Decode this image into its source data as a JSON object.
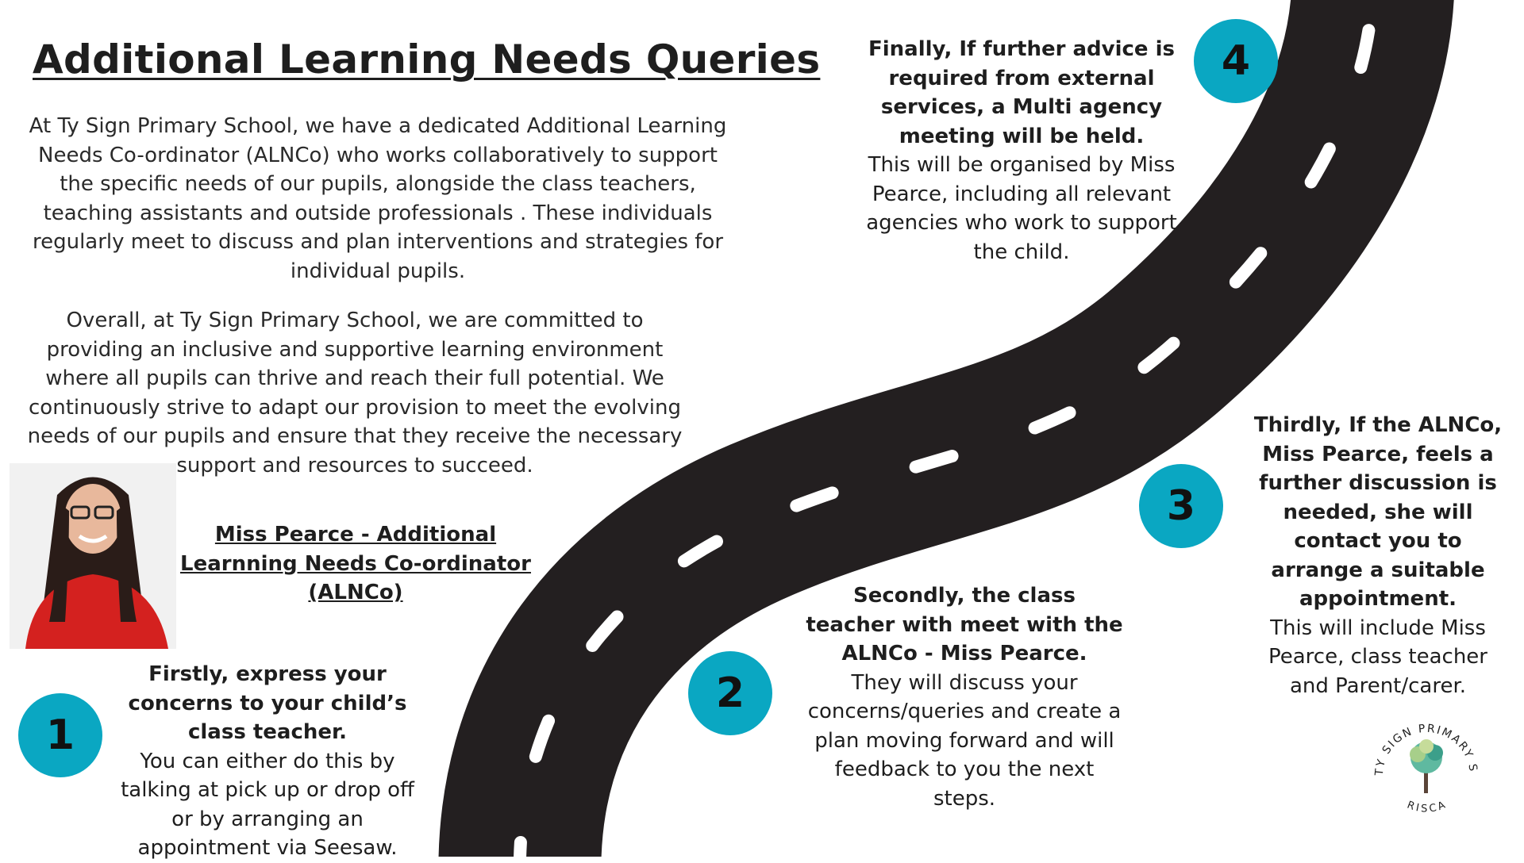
{
  "title": "Additional Learning Needs Queries",
  "intro_paragraph": "At Ty Sign Primary School, we have a dedicated Additional Learning Needs Co-ordinator (ALNCo)  who works collaboratively to support the specific needs of our pupils, alongside the class teachers, teaching assistants and outside professionals . These individuals regularly meet to discuss and plan interventions and strategies for individual pupils.",
  "commitment_paragraph": "Overall, at Ty Sign Primary School, we are committed to providing an inclusive and supportive learning environment where all pupils can thrive and reach their full potential. We continuously strive to adapt our provision to meet the evolving needs of our pupils and ensure that they receive the necessary support and resources to succeed.",
  "staff_caption": "Miss Pearce - Additional Learnning Needs Co-ordinator (ALNCo)",
  "steps": [
    {
      "number": "1",
      "heading": "Firstly, express your concerns to your child’s class teacher.",
      "body": "You can either do this by talking at pick up or drop off or by arranging an appointment via Seesaw."
    },
    {
      "number": "2",
      "heading": "Secondly, the class teacher with meet with the ALNCo - Miss Pearce.",
      "body": "They will discuss your concerns/queries and create a plan moving forward and will feedback to you the next steps."
    },
    {
      "number": "3",
      "heading": "Thirdly, If the ALNCo, Miss Pearce, feels a further discussion is needed, she will contact you to arrange a suitable appointment.",
      "body": "This will include Miss Pearce, class teacher and Parent/carer."
    },
    {
      "number": "4",
      "heading": "Finally, If further advice is required from external services, a Multi agency meeting will be held.",
      "body": "This will be organised by Miss Pearce, including all relevant agencies who work to support the child."
    }
  ],
  "logo": {
    "top_text": "TY SIGN PRIMARY SCHOOL",
    "bottom_text": "RISCA"
  },
  "colors": {
    "accent": "#0aa7c2",
    "road": "#231f20"
  }
}
